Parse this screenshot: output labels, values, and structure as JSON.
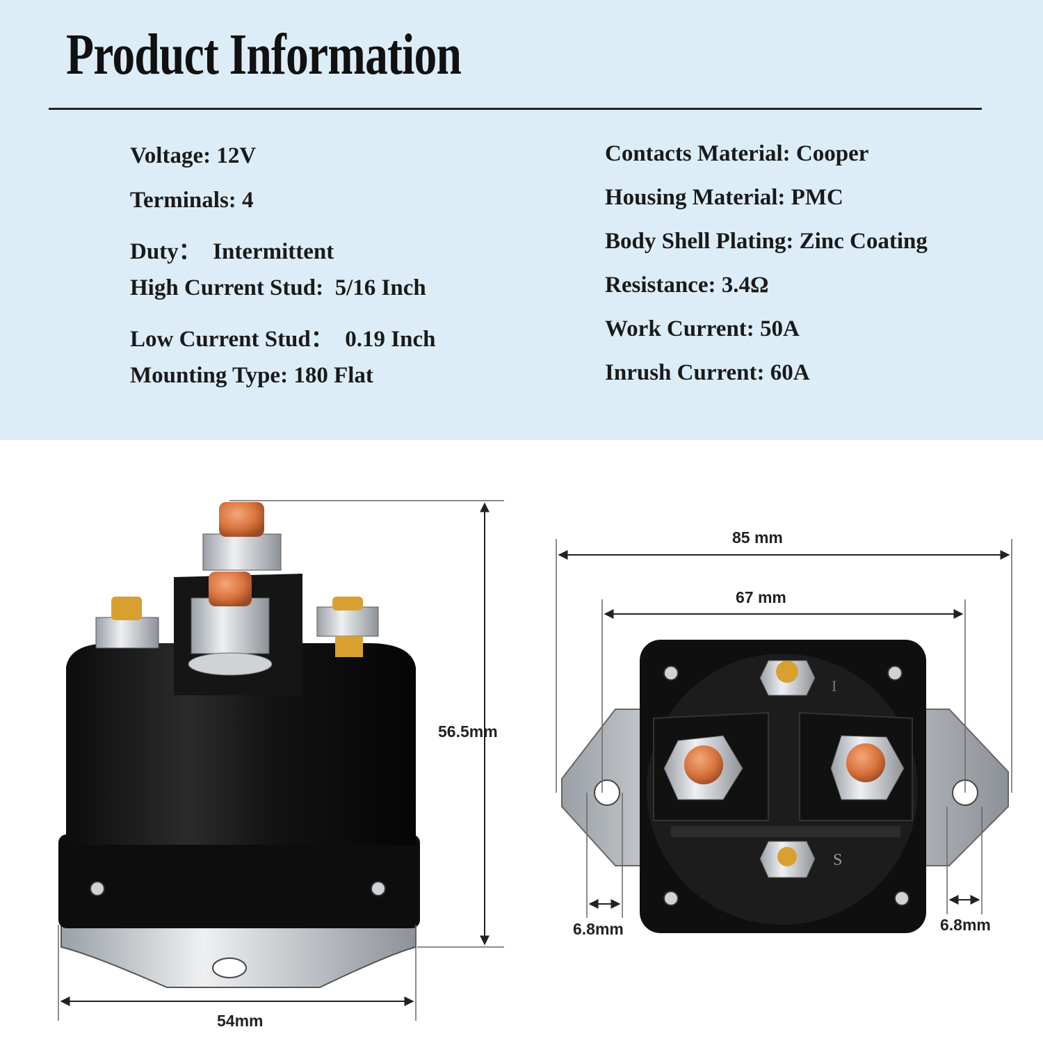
{
  "header": {
    "title": "Product Information"
  },
  "specs_left": [
    {
      "text": "Voltage: 12V"
    },
    {
      "text": "Terminals: 4"
    },
    {
      "text": "Duty：  Intermittent"
    },
    {
      "text": "High Current Stud:  5/16 Inch"
    },
    {
      "text": "Low Current Stud：  0.19 Inch"
    },
    {
      "text": "Mounting Type: 180 Flat"
    }
  ],
  "specs_right": [
    {
      "text": "Contacts Material: Cooper"
    },
    {
      "text": "Housing Material: PMC"
    },
    {
      "text": "Body Shell Plating: Zinc Coating"
    },
    {
      "text": "Resistance: 3.4Ω"
    },
    {
      "text": "Work Current: 50A"
    },
    {
      "text": "Inrush Current: 60A"
    }
  ],
  "dimensions": {
    "height": "56.5mm",
    "width_side": "54mm",
    "overall_width": "85 mm",
    "hole_spacing": "67 mm",
    "flange_left": "6.8mm",
    "flange_right": "6.8mm"
  },
  "terminal_marks": {
    "i": "I",
    "s": "S"
  },
  "colors": {
    "background_top": "#dcedf7",
    "housing": "#111111",
    "copper": "#d9733e",
    "brass": "#d8a030",
    "steel": "#c8ccd0"
  }
}
